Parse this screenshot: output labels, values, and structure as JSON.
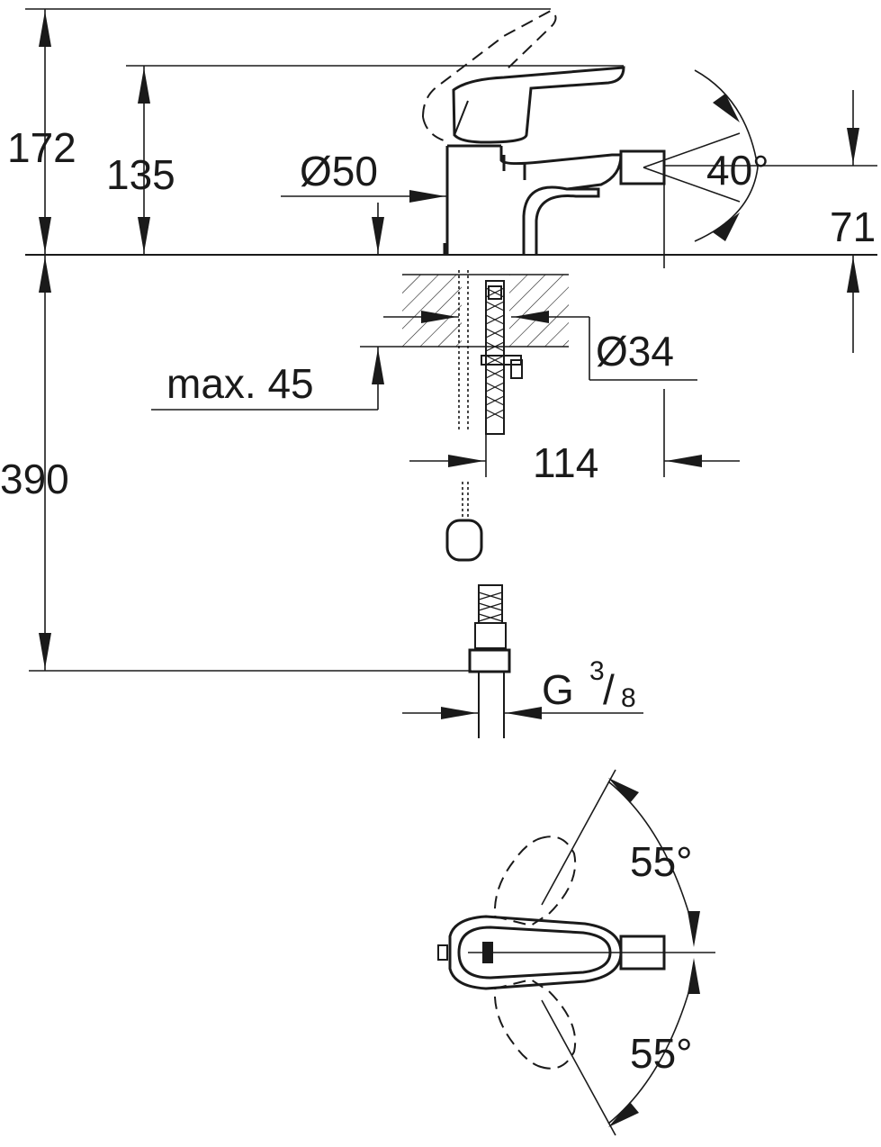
{
  "dimensions": {
    "total_height": "172",
    "spout_height": "135",
    "body_diameter": "Ø50",
    "spout_angle": "40°",
    "outlet_height": "71",
    "mounting_hole_diameter": "Ø34",
    "max_deck_thickness": "max. 45",
    "spout_reach": "114",
    "hose_length": "390",
    "connection_thread": "G",
    "thread_numerator": "3",
    "thread_denominator": "8",
    "rotation_angle_top": "55°",
    "rotation_angle_bottom": "55°"
  },
  "colors": {
    "line": "#1a1a1a",
    "background": "#ffffff"
  }
}
